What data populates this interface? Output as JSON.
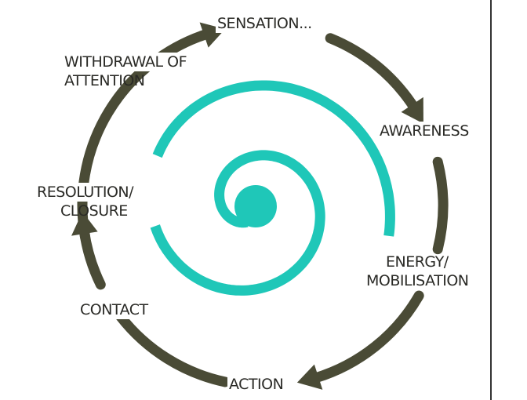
{
  "labels": {
    "sensation": "SENSATION...",
    "awareness": "AWARENESS",
    "energy_1": "ENERGY/",
    "energy_2": "MOBILISATION",
    "action": "ACTION",
    "contact": "CONTACT",
    "resolution_1": "RESOLUTION/",
    "resolution_2": "CLOSURE",
    "withdrawal_1": "WITHDRAWAL OF",
    "withdrawal_2": "ATTENTION"
  },
  "colors": {
    "cycle": "#4a4b36",
    "spiral": "#1fc7b8",
    "text": "#2a2a26"
  }
}
